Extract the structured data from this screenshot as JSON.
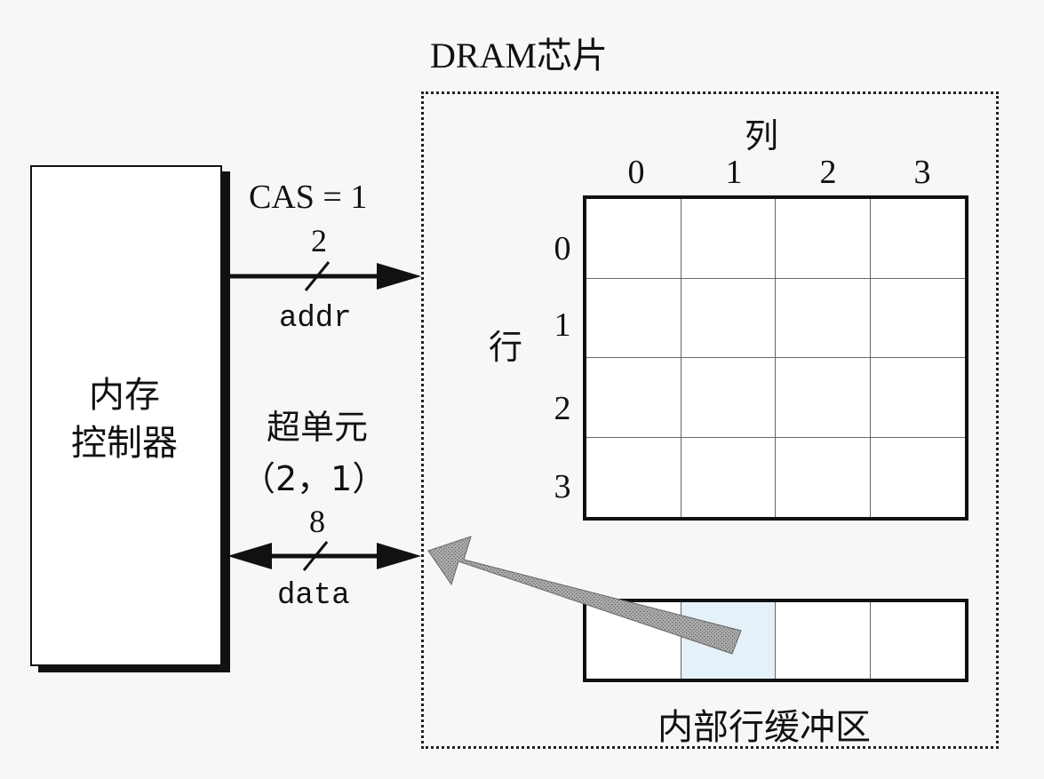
{
  "chip": {
    "title": "DRAM芯片"
  },
  "controller": {
    "label": "内存\n控制器"
  },
  "matrix": {
    "column_title": "列",
    "row_title": "行",
    "column_indices": [
      "0",
      "1",
      "2",
      "3"
    ],
    "row_indices": [
      "0",
      "1",
      "2",
      "3"
    ]
  },
  "addr_bus": {
    "signal": "CAS = 1",
    "width": "2",
    "label": "addr"
  },
  "data_bus": {
    "supercell": "超单元",
    "coord": "（2，1）",
    "width": "8",
    "label": "data"
  },
  "row_buffer": {
    "label": "内部行缓冲区",
    "selected_column": 1
  },
  "colors": {
    "ink": "#111111",
    "selected_cell": "#e4f1f8",
    "arrow_fill": "#9a9a9a"
  }
}
